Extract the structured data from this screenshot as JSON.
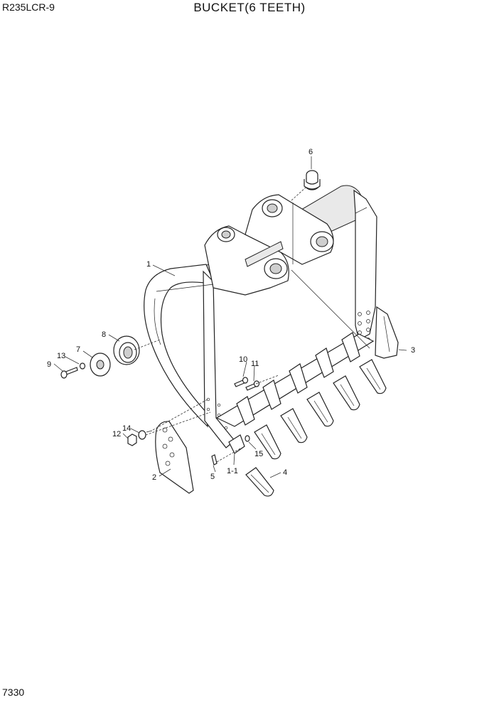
{
  "header": {
    "model": "R235LCR-9",
    "title": "BUCKET(6 TEETH)"
  },
  "footer": {
    "page_number": "7330"
  },
  "callouts": [
    "1",
    "1-1",
    "2",
    "3",
    "4",
    "5",
    "6",
    "7",
    "8",
    "9",
    "10",
    "11",
    "12",
    "13",
    "14",
    "15"
  ]
}
